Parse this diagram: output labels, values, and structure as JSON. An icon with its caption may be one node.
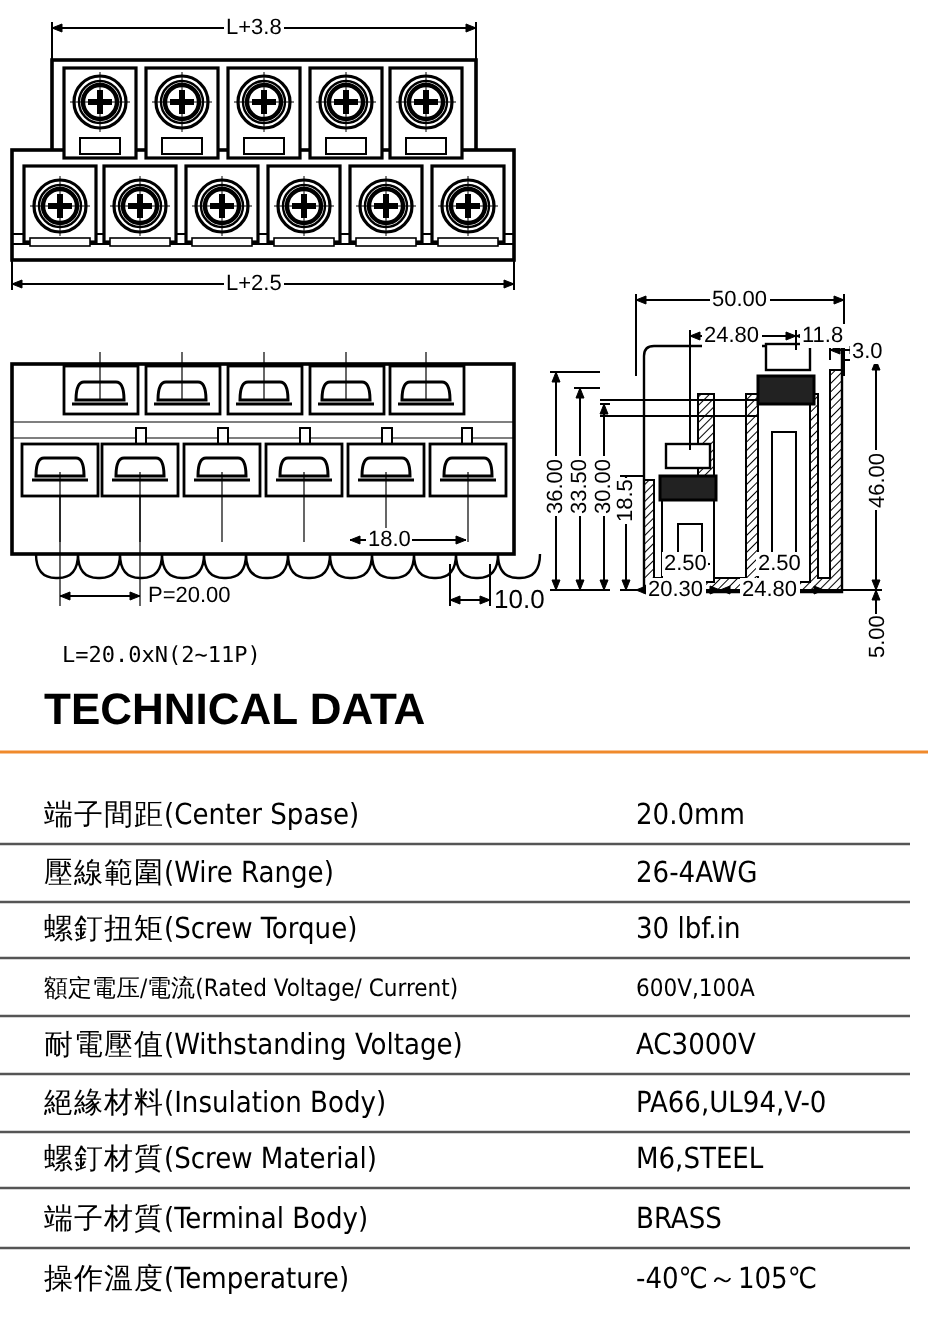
{
  "diagram": {
    "title": "TECHNICAL DATA",
    "labels": [
      "L+3.8",
      "L+2.5",
      "50.00",
      "24.80",
      "11.8",
      "3.0",
      "36.00",
      "33.50",
      "30.00",
      "18.5",
      "46.00",
      "18.0",
      "2.50",
      "2.50",
      "P=20.00",
      "20.30",
      "24.80",
      "10.0",
      "5.00",
      "L=20.0xN(2~11P)",
      "端子間距(Center Spase)",
      "20.0mm",
      "壓線範圍(Wire Range)",
      "26-4AWG",
      "螺釘扭矩(Screw Torque)",
      "30 lbf.in",
      "額定電压/電流(Rated Voltage/ Current)",
      "600V,100A",
      "耐電壓值(Withstanding Voltage)",
      "AC3000V",
      "絕緣材料(Insulation Body)",
      "PA66,UL94,V-0",
      "螺釘材質(Screw Material)",
      "M6,STEEL",
      "端子材質(Terminal Body)",
      "BRASS",
      "操作溫度(Temperature)",
      "-40℃～105℃"
    ]
  }
}
